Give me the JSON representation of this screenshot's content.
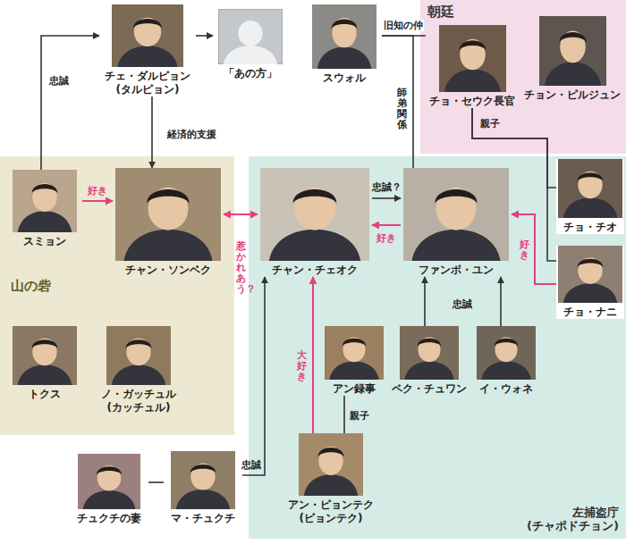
{
  "diagram": {
    "nodes": [
      {
        "text": [
          "チェ・ダルピョン (タルピョン)"
        ]
      },
      {
        "text": [
          "「あの方」"
        ]
      },
      {
        "text": [
          "スウォル"
        ]
      },
      {
        "text": [
          "朝廷"
        ]
      },
      {
        "text": [
          "チョ・セウク長官"
        ],
        "in": 3
      },
      {
        "text": [
          "チョン・ピルジュン"
        ],
        "in": 3
      },
      {
        "text": [
          "山の砦"
        ]
      },
      {
        "text": [
          "スミョン"
        ],
        "in": 6
      },
      {
        "text": [
          "チャン・ソンベク"
        ],
        "in": 6
      },
      {
        "text": [
          "トクス"
        ],
        "in": 6
      },
      {
        "text": [
          "ノ・ガッチュル (カッチュル)"
        ],
        "in": 6
      },
      {
        "text": [
          "左捕盗庁 (チャポドチョン)"
        ]
      },
      {
        "text": [
          "チャン・チェオク"
        ],
        "in": 11
      },
      {
        "text": [
          "ファンボ・ユン"
        ],
        "in": 11
      },
      {
        "text": [
          "チョ・チオ"
        ]
      },
      {
        "text": [
          "チョ・ナニ"
        ]
      },
      {
        "text": [
          "アン録事"
        ],
        "in": 11
      },
      {
        "text": [
          "ペク・チュワン"
        ],
        "in": 11
      },
      {
        "text": [
          "イ・ウォネ"
        ],
        "in": 11
      },
      {
        "text": [
          "アン・ピョンテク (ピョンテク)"
        ],
        "in": 11
      },
      {
        "text": [
          "チュクチの妻"
        ]
      },
      {
        "text": [
          "マ・チュクチ"
        ]
      }
    ],
    "edges": [
      {
        "from": 7,
        "to": 0,
        "label": "忠誠",
        "arrow": "to"
      },
      {
        "from": 0,
        "to": 1,
        "arrow": "to"
      },
      {
        "from": 0,
        "to": 8,
        "label": "経済的支援",
        "arrow": "to"
      },
      {
        "from": 7,
        "to": 8,
        "label": "好き",
        "arrow": "to"
      },
      {
        "from": 8,
        "to": 12,
        "label": "惹かれあう？",
        "arrow": "both"
      },
      {
        "from": 12,
        "to": 13,
        "label": "忠誠？",
        "arrow": "to"
      },
      {
        "from": 13,
        "to": 12,
        "label": "好き",
        "arrow": "to"
      },
      {
        "from": 2,
        "to": 4,
        "label": "旧知の仲",
        "arrow": "none"
      },
      {
        "from": 2,
        "to": 13,
        "label": "師弟関係",
        "arrow": "none"
      },
      {
        "from": 4,
        "to": 14,
        "label": "親子",
        "arrow": "none"
      },
      {
        "from": 4,
        "to": 15,
        "arrow": "none"
      },
      {
        "from": 15,
        "to": 13,
        "label": "好き",
        "arrow": "to"
      },
      {
        "from": 17,
        "to": 13,
        "label": "忠誠",
        "arrow": "to"
      },
      {
        "from": 18,
        "to": 13,
        "arrow": "to"
      },
      {
        "from": 19,
        "to": 12,
        "label": "大好き",
        "arrow": "to"
      },
      {
        "from": 16,
        "to": 19,
        "label": "親子",
        "arrow": "none"
      },
      {
        "from": 21,
        "to": 12,
        "label": "忠誠",
        "arrow": "to"
      },
      {
        "from": 20,
        "to": 21,
        "arrow": "none"
      }
    ]
  }
}
